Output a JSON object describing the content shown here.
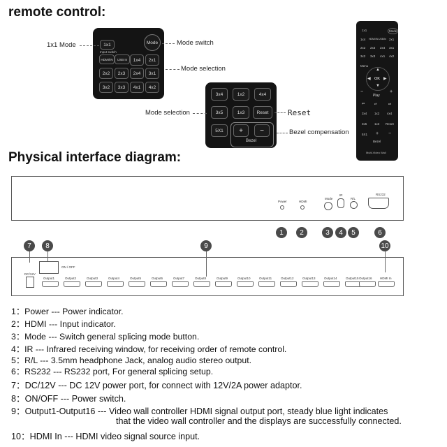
{
  "heading_remote": "remote control:",
  "heading_physical": "Physical interface diagram:",
  "callouts": {
    "mode_1x1": "1x1 Mode",
    "mode_switch": "Mode switch",
    "mode_selection_a": "Mode selection",
    "mode_selection_b": "Mode selection",
    "reset": "Reset",
    "bezel_comp": "Bezel compensation"
  },
  "panel1": {
    "btn_1x1": "1x1",
    "btn_mode": "Mode",
    "input_switch": "Input switch",
    "hdmi_in_a": "HDMI/IN",
    "usb_in": "USB In",
    "row1": [
      "1x4",
      "2x1"
    ],
    "row2": [
      "2x2",
      "2x3",
      "2x4",
      "3x1"
    ],
    "row3": [
      "3x2",
      "3x3",
      "4x1",
      "4x2"
    ]
  },
  "panel2": {
    "row1": [
      "3x4",
      "1x2",
      "4x4"
    ],
    "row2": [
      "3x5",
      "1x3",
      "Reset"
    ],
    "btn_5x1": "5X1",
    "plus": "+",
    "minus": "−",
    "bezel": "Bezel"
  },
  "remote": {
    "top_left": "1x1",
    "top_right": "Mode",
    "grid": [
      "1x4",
      "HDMI/IN",
      "USB/In",
      "2x1",
      "2x2",
      "2x3",
      "2x4",
      "3x1",
      "3x2",
      "3x3",
      "4x1",
      "4x2"
    ],
    "menu": "Menu",
    "ok": "OK",
    "play": "Play",
    "lower": [
      "3x4",
      "1x2",
      "4x4",
      "3x5",
      "1x3",
      "Reset",
      "5X1",
      "+",
      "−"
    ],
    "bezel": "Bezel",
    "brand": "Multi-Video Wall"
  },
  "front_panel": {
    "power": "Power",
    "hdmi": "HDMI",
    "mode": "Mode",
    "ir": "IR",
    "rl": "R/L",
    "rs232": "RS232"
  },
  "rear_panel": {
    "dc": "DC/12V",
    "onoff": "ON / OFF",
    "outputs": [
      "Output1",
      "Output2",
      "Output3",
      "Output4",
      "Output5",
      "Output6",
      "Output7",
      "Output8",
      "Output9",
      "Output10",
      "Output11",
      "Output12",
      "Output13",
      "Output14",
      "Output15",
      "Output16"
    ],
    "hdmi_in": "HDMI In"
  },
  "markers": [
    "1",
    "2",
    "3",
    "4",
    "5",
    "6",
    "7",
    "8",
    "9",
    "10"
  ],
  "legend": [
    "1：Power --- Power indicator.",
    "2：HDMI --- Input indicator.",
    "3：Mode --- Switch general splicing mode button.",
    "4：IR --- Infrared receiving window, for receiving order of remote control.",
    "5：R/L --- 3.5mm headphone Jack, analog audio stereo output.",
    "6：RS232 --- RS232 port, For general splicing setup.",
    "7：DC/12V --- DC 12V power port, for connect with 12V/2A power adaptor.",
    "8：ON/OFF --- Power switch.",
    "9：Output1-Output16 --- Video wall controller HDMI signal output port, steady blue light indicates",
    "that the video wall controller and the displays are successfully connected.",
    "10：HDMI In --- HDMI video signal source input."
  ]
}
